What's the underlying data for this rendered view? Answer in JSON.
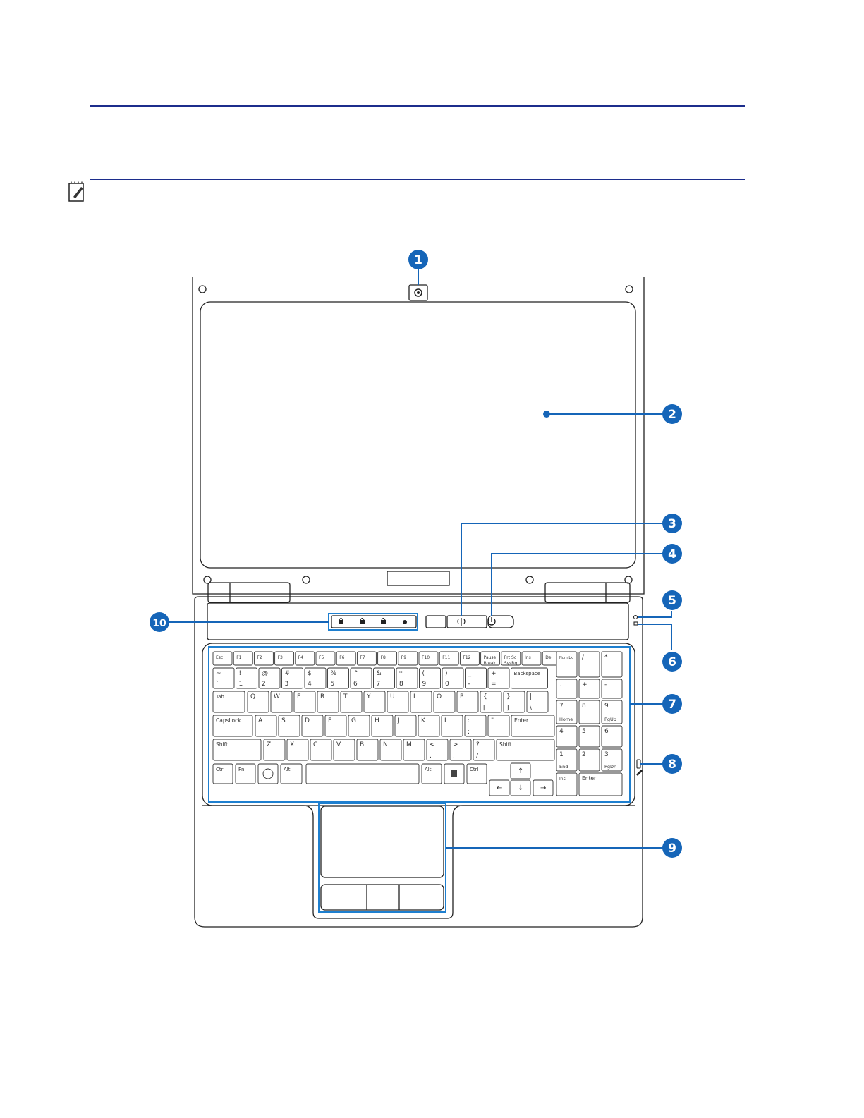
{
  "colors": {
    "callout": "#1565b8",
    "rule": "#1c2d8c",
    "outline": "#222222",
    "blue_box": "#1e7fcf",
    "key_blue": "#2a8fd8"
  },
  "icons": [
    "note-pad-icon",
    "camera-icon",
    "wireless-icon",
    "power-icon",
    "lock-icon",
    "pen-icon"
  ],
  "callouts": [
    {
      "label": "1",
      "part": "camera"
    },
    {
      "label": "2",
      "part": "display"
    },
    {
      "label": "3",
      "part": "wireless-switch"
    },
    {
      "label": "4",
      "part": "power-switch"
    },
    {
      "label": "5",
      "part": "status-indicator-top"
    },
    {
      "label": "6",
      "part": "status-indicator-bottom"
    },
    {
      "label": "7",
      "part": "keyboard"
    },
    {
      "label": "8",
      "part": "stylus-slot"
    },
    {
      "label": "9",
      "part": "touchpad"
    },
    {
      "label": "10",
      "part": "instant-keys"
    }
  ],
  "keyboard": {
    "function_row": [
      "Esc",
      "F1",
      "F2",
      "F3",
      "F4",
      "F5",
      "F6",
      "F7",
      "F8",
      "F9",
      "F10",
      "F11",
      "F12",
      "Pause\nBreak",
      "Prt Sc\nSysRq",
      "Ins",
      "Del"
    ],
    "number_row_top": [
      "~",
      "!",
      "@",
      "#",
      "$",
      "%",
      "^",
      "&",
      "*",
      "(",
      ")",
      "_",
      "+"
    ],
    "number_row": [
      "`",
      "1",
      "2",
      "3",
      "4",
      "5",
      "6",
      "7",
      "8",
      "9",
      "0",
      "-",
      "="
    ],
    "backspace": "Backspace",
    "tab": "Tab",
    "qwerty_row": [
      "Q",
      "W",
      "E",
      "R",
      "T",
      "Y",
      "U",
      "I",
      "O",
      "P",
      "{",
      "}",
      "|"
    ],
    "qwerty_sub": [
      "",
      "",
      "",
      "",
      "",
      "",
      "",
      "",
      "",
      "",
      "[",
      "]",
      "\\"
    ],
    "capslock": "CapsLock",
    "home_row": [
      "A",
      "S",
      "D",
      "F",
      "G",
      "H",
      "J",
      "K",
      "L",
      ":",
      "\""
    ],
    "home_sub": [
      "",
      "",
      "",
      "",
      "",
      "",
      "",
      "",
      "",
      ";",
      ","
    ],
    "enter": "Enter",
    "lshift": "Shift",
    "bottom_row": [
      "Z",
      "X",
      "C",
      "V",
      "B",
      "N",
      "M",
      "<",
      ">",
      "?"
    ],
    "bottom_sub": [
      "",
      "",
      "",
      "",
      "",
      "",
      "",
      ",",
      ".",
      "/"
    ],
    "rshift": "Shift",
    "ctrl": "Ctrl",
    "fn": "Fn",
    "alt": "Alt",
    "numpad": {
      "row1": [
        "Num Lk",
        "/",
        "*"
      ],
      "row2": [
        ".",
        "+",
        "-"
      ],
      "row3": [
        "7",
        "8",
        "9"
      ],
      "row3_sub": [
        "Home",
        "",
        "PgUp"
      ],
      "row4": [
        "4",
        "5",
        "6"
      ],
      "row5": [
        "1",
        "2",
        "3"
      ],
      "row5_sub": [
        "End",
        "",
        "PgDn"
      ],
      "ins": "Ins",
      "enter": "Enter"
    },
    "blue_keys": [
      "7",
      "8",
      "9",
      "4",
      "5",
      "6",
      "1",
      "2",
      "3",
      "0",
      "/"
    ]
  }
}
